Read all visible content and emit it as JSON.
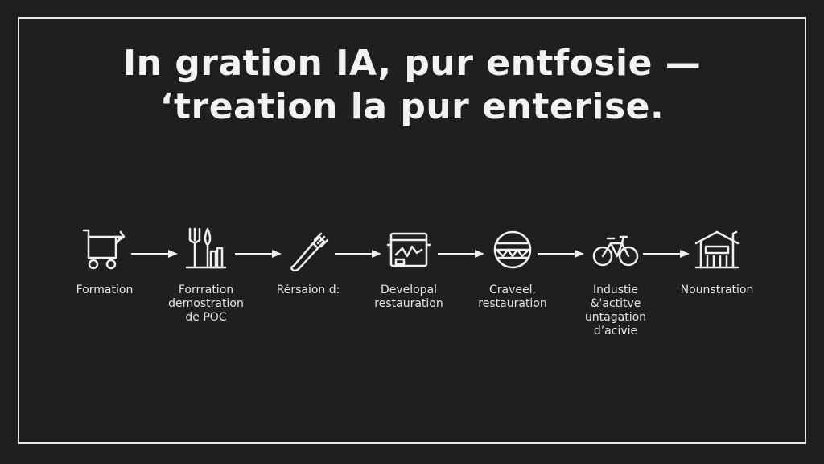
{
  "title": {
    "line1": "In gration IA, pur entfosie —",
    "line2": "‘treation la pur enterise."
  },
  "flow": {
    "steps": [
      {
        "icon": "cart-icon",
        "label_lines": [
          "Formation"
        ]
      },
      {
        "icon": "utensils-icon",
        "label_lines": [
          "Forrration",
          "demostration",
          "de POC"
        ]
      },
      {
        "icon": "tool-icon",
        "label_lines": [
          "Rérsaion d:"
        ]
      },
      {
        "icon": "machine-icon",
        "label_lines": [
          "Developal",
          "restauration"
        ]
      },
      {
        "icon": "globe-icon",
        "label_lines": [
          "Craveel,",
          "restauration"
        ]
      },
      {
        "icon": "bicycle-icon",
        "label_lines": [
          "Industie",
          "&'actitve",
          "untagation",
          "d’acivie"
        ]
      },
      {
        "icon": "building-icon",
        "label_lines": [
          "Nounstration"
        ]
      }
    ]
  },
  "colors": {
    "background": "#1f1f1f",
    "foreground": "#f2f2f2",
    "frame": "#e8e8e8"
  }
}
